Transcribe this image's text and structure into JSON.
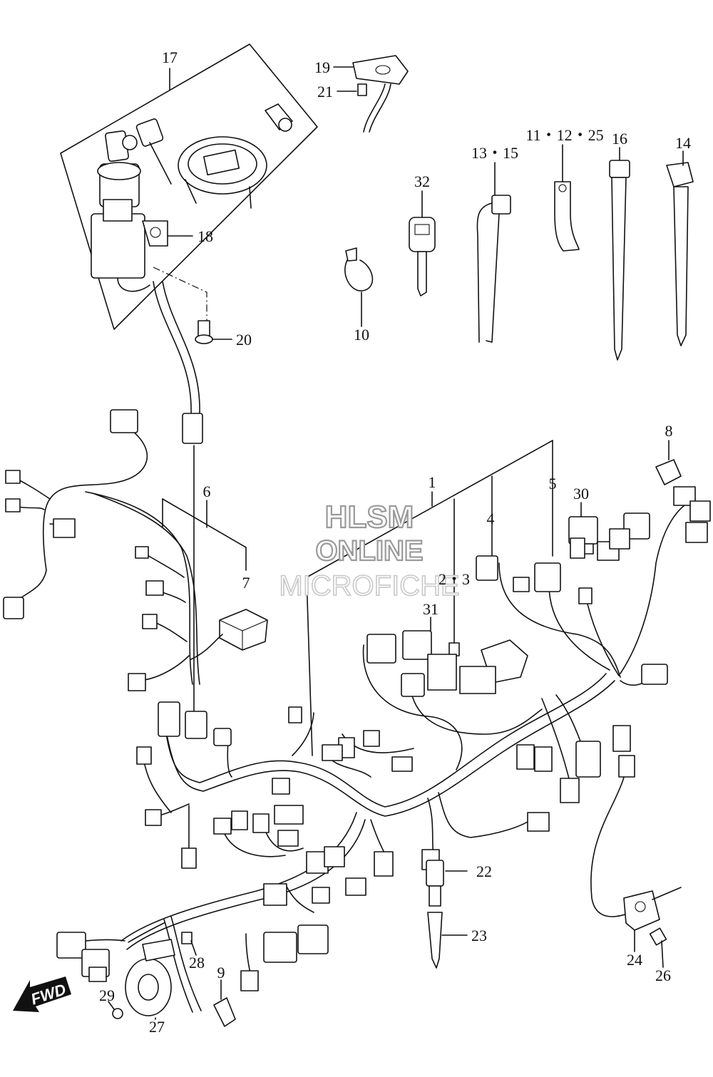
{
  "watermark": {
    "line1": "HLSM",
    "line2": "ONLINE",
    "line3": "MICROFICHE"
  },
  "direction_arrow": {
    "label": "FWD"
  },
  "callouts": [
    {
      "id": "17",
      "text": "17"
    },
    {
      "id": "18",
      "text": "18"
    },
    {
      "id": "19",
      "text": "19"
    },
    {
      "id": "21",
      "text": "21"
    },
    {
      "id": "20",
      "text": "20"
    },
    {
      "id": "32",
      "text": "32"
    },
    {
      "id": "10",
      "text": "10"
    },
    {
      "id": "13-15",
      "text": "13・15"
    },
    {
      "id": "11-12-25",
      "text": "11・12・25"
    },
    {
      "id": "16",
      "text": "16"
    },
    {
      "id": "14",
      "text": "14"
    },
    {
      "id": "8",
      "text": "8"
    },
    {
      "id": "6",
      "text": "6"
    },
    {
      "id": "7",
      "text": "7"
    },
    {
      "id": "1",
      "text": "1"
    },
    {
      "id": "4",
      "text": "4"
    },
    {
      "id": "5",
      "text": "5"
    },
    {
      "id": "30",
      "text": "30"
    },
    {
      "id": "2-3",
      "text": "2・3"
    },
    {
      "id": "31",
      "text": "31"
    },
    {
      "id": "22",
      "text": "22"
    },
    {
      "id": "23",
      "text": "23"
    },
    {
      "id": "24",
      "text": "24"
    },
    {
      "id": "26",
      "text": "26"
    },
    {
      "id": "28",
      "text": "28"
    },
    {
      "id": "9",
      "text": "9"
    },
    {
      "id": "29",
      "text": "29"
    },
    {
      "id": "27",
      "text": "27"
    }
  ]
}
